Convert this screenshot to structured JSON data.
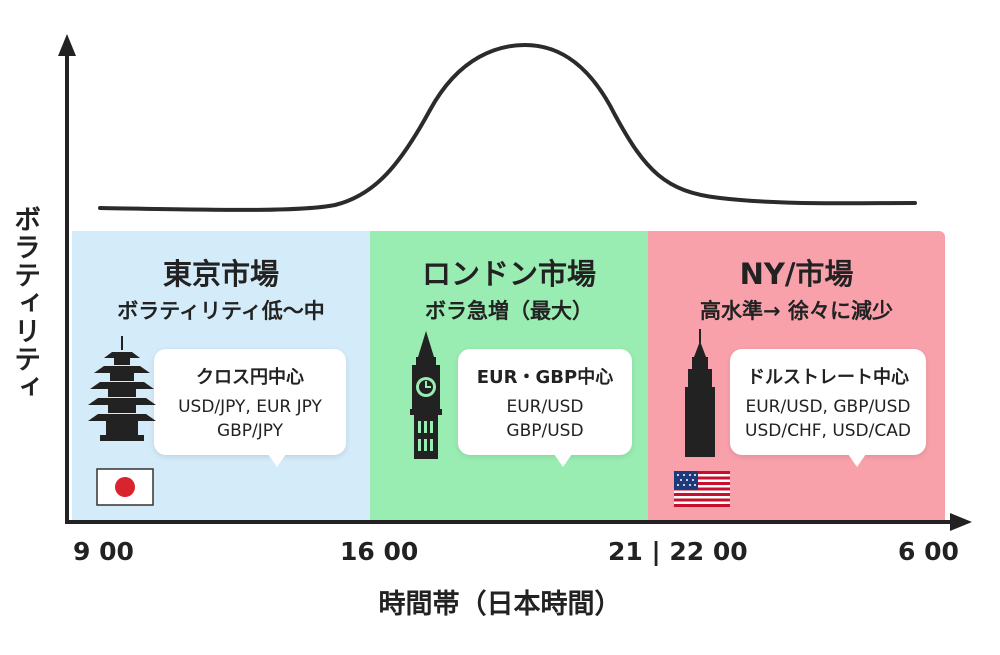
{
  "y_axis_label": "ボラティリティ",
  "x_axis_label": "時間帯（日本時間）",
  "ticks": [
    "9 00",
    "16 00",
    "21 | 22 00",
    "6 00"
  ],
  "colors": {
    "tokyo": "#d4ebf9",
    "london": "#99edb3",
    "ny": "#f8a1ab",
    "curve": "#2b2b2b",
    "axis": "#222222"
  },
  "markets": {
    "tokyo": {
      "title": "東京市場",
      "subtitle": "ボラティリティ低〜中",
      "bubble_title": "クロス円中心",
      "pairs": [
        "USD/JPY, EUR JPY",
        "GBP/JPY"
      ],
      "icon": "pagoda-icon",
      "flag": "japan-flag-icon"
    },
    "london": {
      "title": "ロンドン市場",
      "subtitle": "ボラ急増（最大）",
      "bubble_title": "EUR・GBP中心",
      "pairs": [
        "EUR/USD",
        "GBP/USD"
      ],
      "icon": "big-ben-icon"
    },
    "ny": {
      "title": "NY/市場",
      "subtitle": "高水準→ 徐々に減少",
      "bubble_title": "ドルストレート中心",
      "pairs": [
        "EUR/USD, GBP/USD",
        "USD/CHF, USD/CAD"
      ],
      "icon": "skyscraper-icon",
      "flag": "usa-flag-icon"
    }
  }
}
